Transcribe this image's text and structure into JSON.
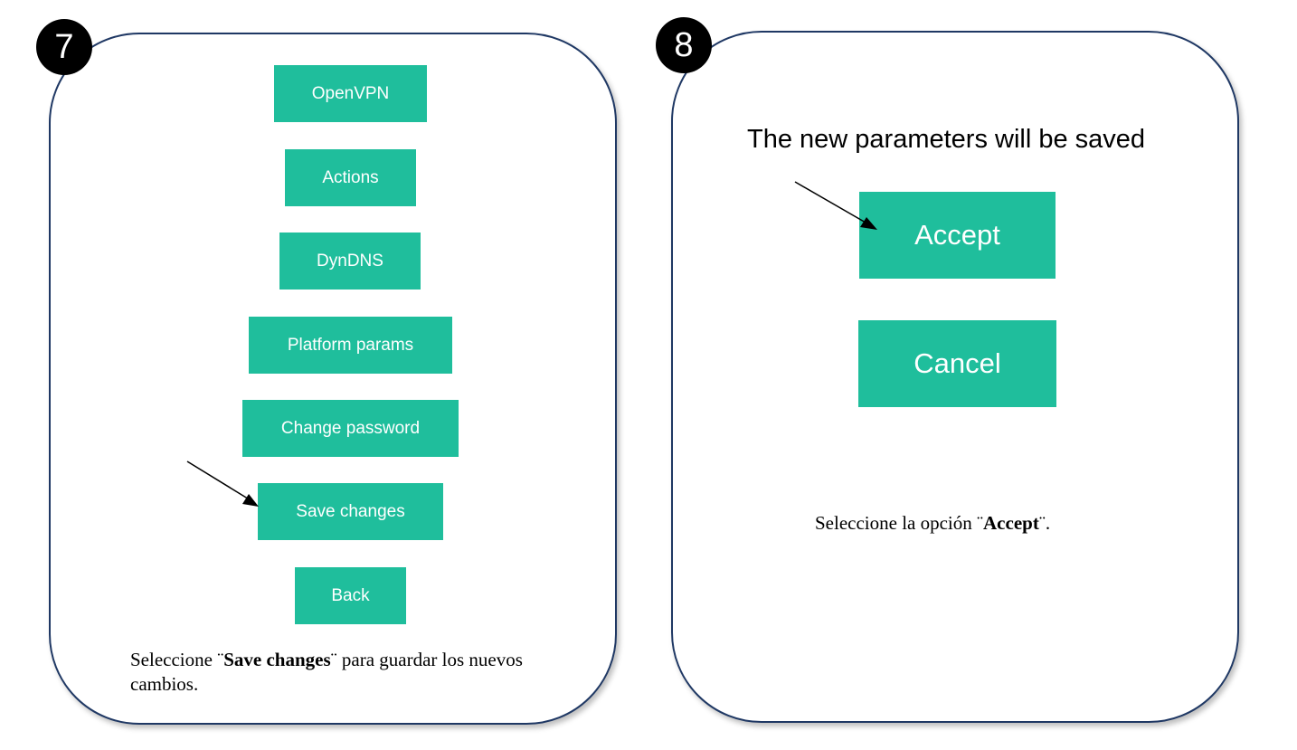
{
  "step7": {
    "badge": "7",
    "menu": [
      "OpenVPN",
      "Actions",
      "DynDNS",
      "Platform params",
      "Change password",
      "Save changes",
      "Back"
    ],
    "caption": {
      "prefix": "Seleccione ¨",
      "bold": "Save changes",
      "suffix": "¨ para guardar los nuevos cambios."
    }
  },
  "step8": {
    "badge": "8",
    "heading": "The new parameters will be saved",
    "accept_label": "Accept",
    "cancel_label": "Cancel",
    "caption": {
      "prefix": "Seleccione la opción ¨",
      "bold": "Accept",
      "suffix": "¨."
    }
  },
  "colors": {
    "button": "#1fbe9c",
    "border": "#1f3864"
  }
}
